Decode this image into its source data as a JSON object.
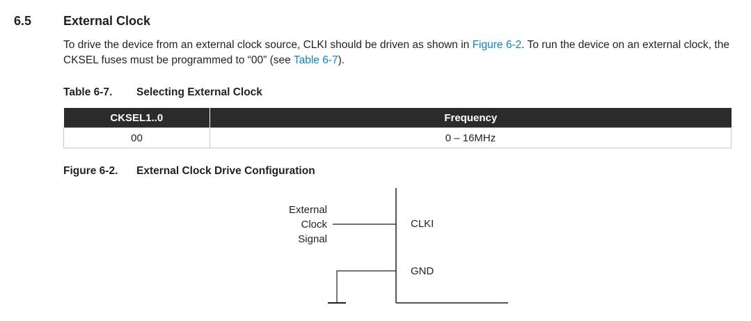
{
  "section": {
    "number": "6.5",
    "title": "External Clock"
  },
  "paragraph": {
    "text1": "To drive the device from an external clock source, CLKI should be driven as shown in ",
    "link1": "Figure 6-2",
    "text2": ". To run the device on an external clock, the CKSEL fuses must be programmed to “00” (see ",
    "link2": "Table 6-7",
    "text3": ")."
  },
  "table": {
    "caption_label": "Table 6-7.",
    "caption_title": "Selecting External Clock",
    "headers": [
      "CKSEL1..0",
      "Frequency"
    ],
    "rows": [
      [
        "00",
        "0 – 16MHz"
      ]
    ]
  },
  "figure": {
    "caption_label": "Figure 6-2.",
    "caption_title": "External Clock Drive Configuration",
    "signal_label": [
      "External",
      "Clock",
      "Signal"
    ],
    "pin_clki": "CLKI",
    "pin_gnd": "GND"
  }
}
